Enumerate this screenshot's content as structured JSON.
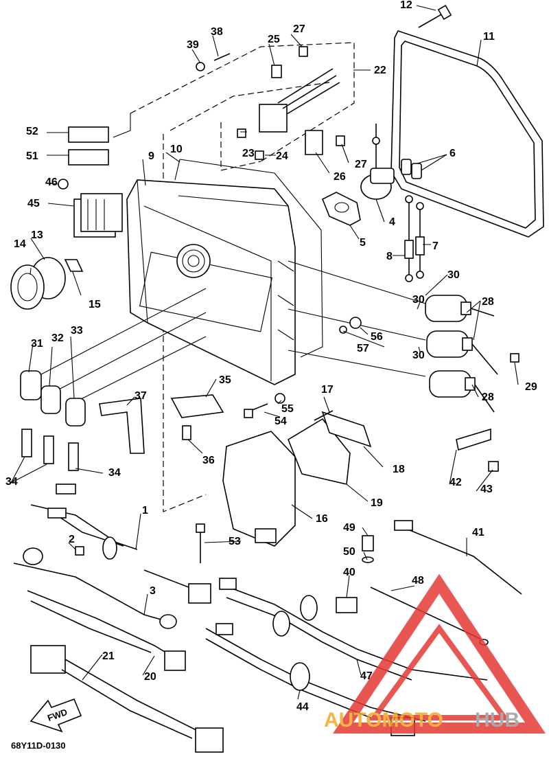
{
  "diagram": {
    "drawing_code": "68Y11D-0130",
    "fwd_arrow_label": "FWD",
    "callouts": [
      "1",
      "2",
      "3",
      "4",
      "5",
      "6",
      "7",
      "8",
      "9",
      "10",
      "11",
      "12",
      "13",
      "14",
      "15",
      "16",
      "17",
      "18",
      "19",
      "20",
      "21",
      "22",
      "23",
      "24",
      "25",
      "26",
      "27",
      "27",
      "28",
      "28",
      "29",
      "30",
      "30",
      "30",
      "31",
      "32",
      "33",
      "34",
      "34",
      "35",
      "36",
      "37",
      "38",
      "39",
      "40",
      "41",
      "42",
      "43",
      "44",
      "45",
      "46",
      "47",
      "48",
      "49",
      "50",
      "51",
      "52",
      "53",
      "54",
      "55",
      "56",
      "57"
    ]
  },
  "watermark": {
    "part1": "AUTOMOTO",
    "part2": "HUB",
    "color_orange": "#f5a623",
    "color_gray": "#9b9b9b",
    "color_red": "#e53935"
  }
}
